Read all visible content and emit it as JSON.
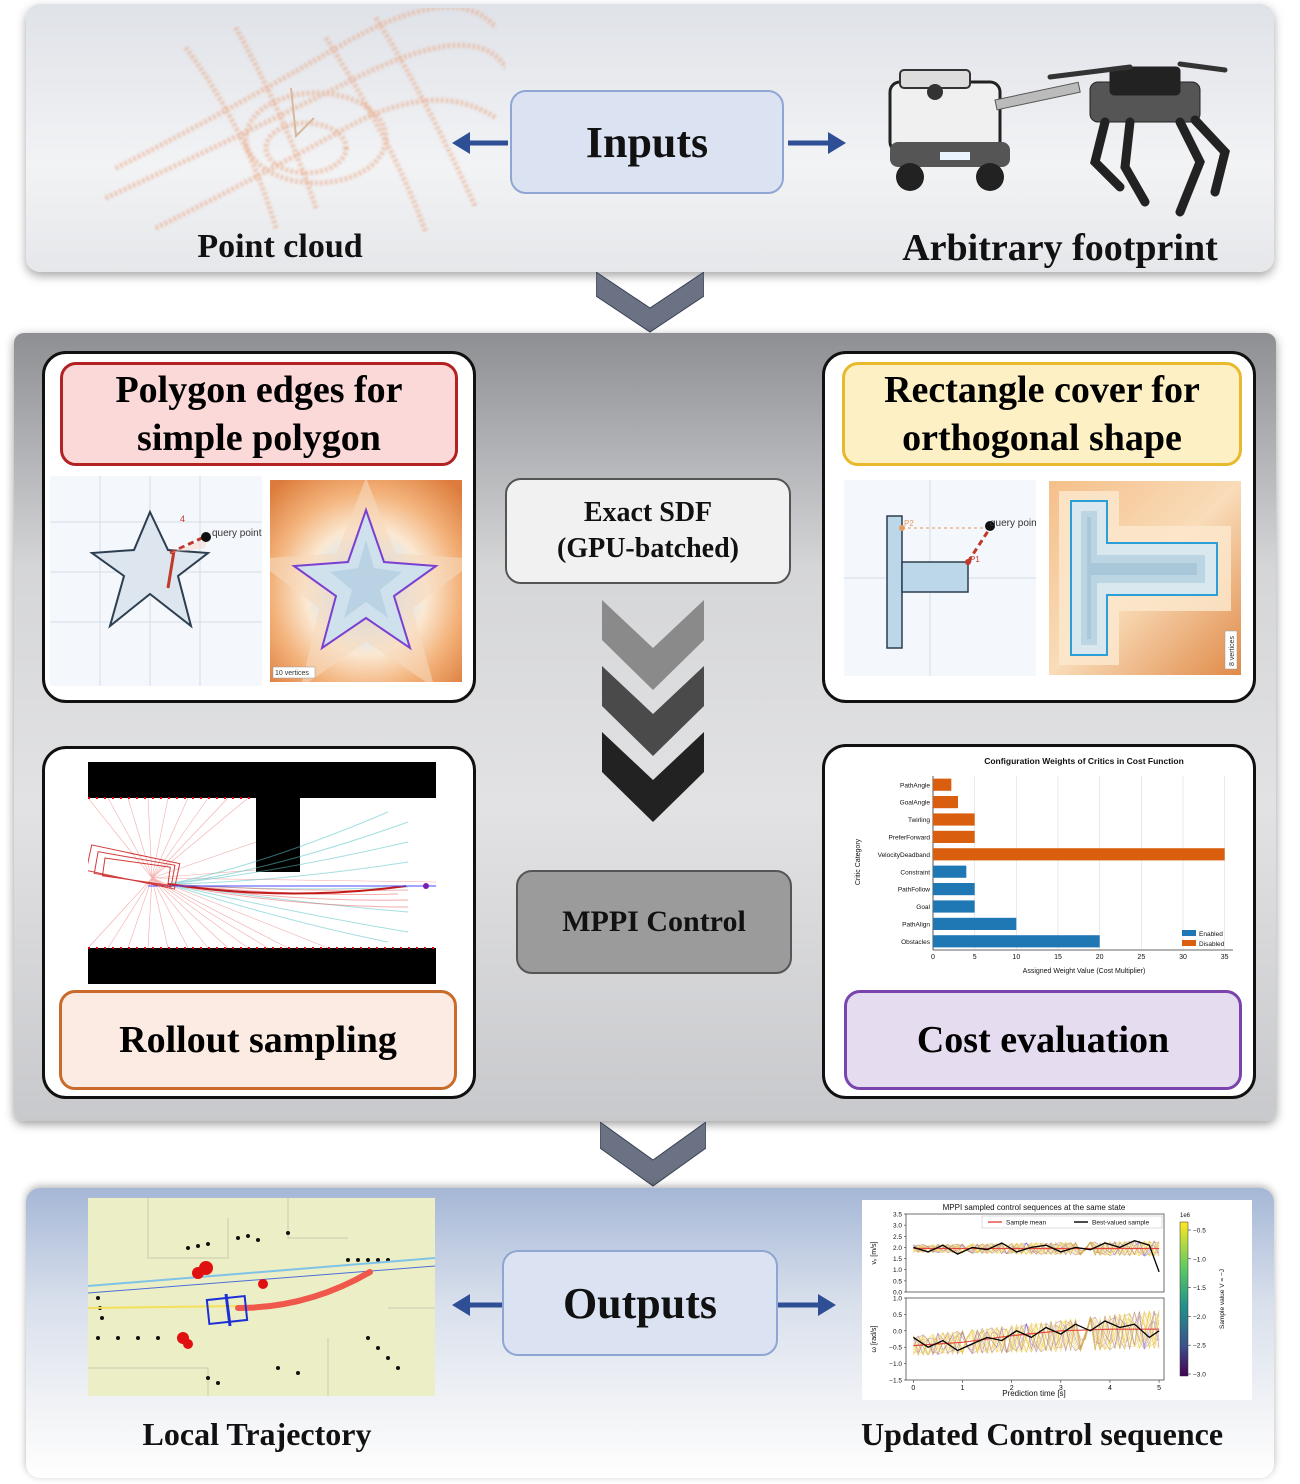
{
  "inputs": {
    "title": "Inputs",
    "left_caption": "Point cloud",
    "right_caption": "Arbitrary footprint"
  },
  "middle": {
    "polygon_title_line1": "Polygon edges for",
    "polygon_title_line2": "simple polygon",
    "rect_title_line1": "Rectangle cover for",
    "rect_title_line2": "orthogonal shape",
    "sdf_line1": "Exact SDF",
    "sdf_line2": "(GPU-batched)",
    "mppi_label": "MPPI Control",
    "rollout_label": "Rollout sampling",
    "cost_label": "Cost evaluation",
    "star_query_label": "query point",
    "star_vertex_label": "4",
    "star_vertices_note": "10 vertices",
    "rect_query_label": "query point",
    "rect_p1_label": "P1",
    "rect_p2_label": "P2",
    "rect_vertices_note": "8 vertices"
  },
  "outputs": {
    "title": "Outputs",
    "left_caption": "Local Trajectory",
    "right_caption": "Updated Control sequence"
  },
  "chart_data": [
    {
      "type": "bar",
      "orientation": "horizontal",
      "title": "Configuration Weights of Critics in Cost Function",
      "xlabel": "Assigned Weight Value (Cost Multiplier)",
      "ylabel": "Critic Category",
      "xlim": [
        0,
        36
      ],
      "xticks": [
        0,
        5,
        10,
        15,
        20,
        25,
        30,
        35
      ],
      "categories": [
        "PathAngle",
        "GoalAngle",
        "Twirling",
        "PreferForward",
        "VelocityDeadband",
        "Constraint",
        "PathFollow",
        "Goal",
        "PathAlign",
        "Obstacles"
      ],
      "values": [
        2.2,
        3.0,
        5.0,
        5.0,
        35.0,
        4.0,
        5.0,
        5.0,
        10.0,
        20.0
      ],
      "status": [
        "Disabled",
        "Disabled",
        "Disabled",
        "Disabled",
        "Disabled",
        "Enabled",
        "Enabled",
        "Enabled",
        "Enabled",
        "Enabled"
      ],
      "legend": [
        {
          "name": "Enabled",
          "color": "#1f77b4"
        },
        {
          "name": "Disabled",
          "color": "#d95f0e"
        }
      ],
      "legend_position": "lower-right",
      "grid": true
    },
    {
      "type": "line",
      "title": "MPPI sampled control sequences at the same state",
      "xlabel": "Prediction time [s]",
      "xticks": [
        0,
        1,
        2,
        3,
        4,
        5
      ],
      "panels": [
        {
          "ylabel": "vₓ [m/s]",
          "ylim": [
            0,
            3.5
          ],
          "yticks": [
            "0.0",
            "0.5",
            "1.0",
            "1.5",
            "2.0",
            "2.5",
            "3.0",
            "3.5"
          ],
          "series": [
            {
              "name": "Sample mean",
              "color": "#e8463a",
              "x": [
                0,
                1,
                2,
                3,
                4,
                4.8,
                5
              ],
              "y": [
                1.95,
                1.95,
                1.95,
                1.95,
                1.95,
                1.95,
                1.95
              ]
            },
            {
              "name": "Best-valued sample",
              "color": "#000000",
              "x": [
                0,
                0.3,
                0.6,
                0.9,
                1.2,
                1.5,
                1.8,
                2.1,
                2.4,
                2.7,
                3.0,
                3.3,
                3.6,
                3.9,
                4.2,
                4.5,
                4.8,
                5.0
              ],
              "y": [
                2.0,
                1.8,
                2.1,
                1.7,
                2.0,
                1.9,
                2.2,
                1.8,
                2.0,
                2.1,
                1.8,
                2.0,
                1.9,
                2.2,
                2.0,
                2.3,
                2.1,
                0.9
              ]
            }
          ]
        },
        {
          "ylabel": "ω [rad/s]",
          "ylim": [
            -1.5,
            1.0
          ],
          "yticks": [
            "−1.5",
            "−1.0",
            "−0.5",
            "0.0",
            "0.5",
            "1.0"
          ],
          "series": [
            {
              "name": "Sample mean",
              "color": "#e8463a",
              "x": [
                0,
                1,
                2,
                3,
                4,
                5
              ],
              "y": [
                -0.45,
                -0.35,
                -0.15,
                0.0,
                0.05,
                0.05
              ]
            },
            {
              "name": "Best-valued sample",
              "color": "#000000",
              "x": [
                0,
                0.3,
                0.6,
                0.9,
                1.2,
                1.5,
                1.8,
                2.1,
                2.4,
                2.7,
                3.0,
                3.3,
                3.6,
                3.9,
                4.2,
                4.5,
                4.8,
                5.0
              ],
              "y": [
                -0.2,
                -0.5,
                -0.3,
                -0.6,
                -0.4,
                -0.2,
                -0.3,
                0.0,
                -0.2,
                0.1,
                -0.1,
                0.2,
                0.0,
                0.3,
                0.1,
                0.2,
                -0.2,
                0.0
              ]
            }
          ]
        }
      ],
      "colorbar": {
        "label": "Sample value V = −J",
        "exponent": "1e6",
        "ticks": [
          "−0.5",
          "−1.0",
          "−1.5",
          "−2.0",
          "−2.5",
          "−3.0"
        ]
      },
      "legend_position": "top"
    }
  ]
}
